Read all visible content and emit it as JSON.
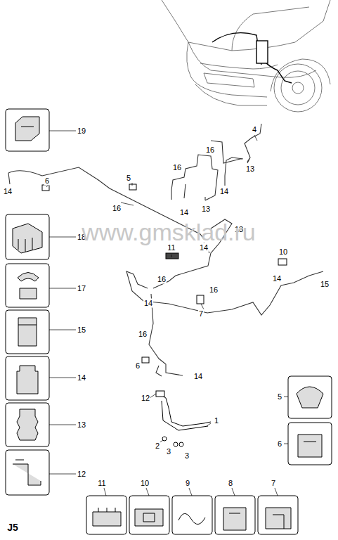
{
  "diagram": {
    "labels": [
      "19",
      "4",
      "16",
      "16",
      "14",
      "6",
      "5",
      "14",
      "13",
      "16",
      "14",
      "13",
      "18",
      "13",
      "14",
      "11",
      "10",
      "17",
      "14",
      "15",
      "16",
      "14",
      "16",
      "7",
      "15",
      "16",
      "6",
      "14",
      "14",
      "5",
      "12",
      "13",
      "1",
      "6",
      "2",
      "3",
      "3",
      "12",
      "11",
      "10",
      "9",
      "8",
      "7",
      "J5",
      "www.gmsklad.ru"
    ]
  }
}
